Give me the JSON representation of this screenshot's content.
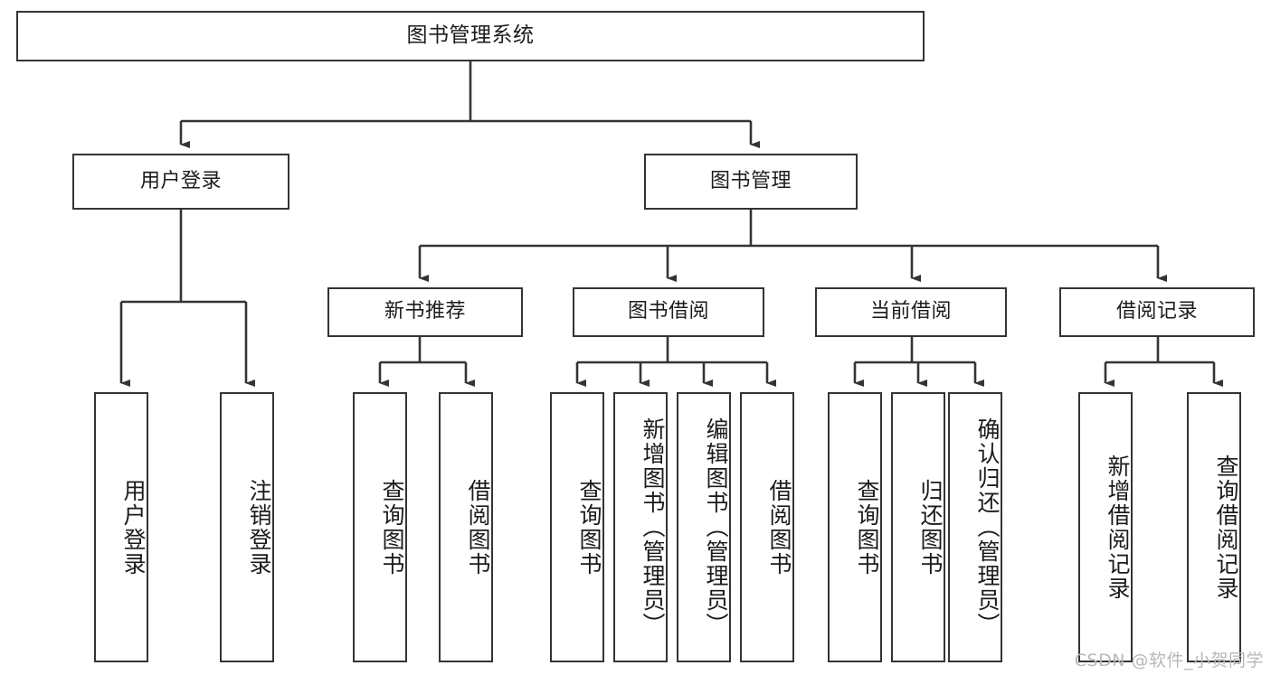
{
  "diagram": {
    "title": "图书管理系统",
    "type": "tree-hierarchy",
    "root": {
      "label": "图书管理系统"
    },
    "level1": [
      {
        "label": "用户登录"
      },
      {
        "label": "图书管理"
      }
    ],
    "level2": [
      {
        "label": "新书推荐"
      },
      {
        "label": "图书借阅"
      },
      {
        "label": "当前借阅"
      },
      {
        "label": "借阅记录"
      }
    ],
    "leaves": {
      "user_login": [
        {
          "label": "用户登录"
        },
        {
          "label": "注销登录"
        }
      ],
      "new_book_recommend": [
        {
          "label": "查询图书"
        },
        {
          "label": "借阅图书"
        }
      ],
      "book_borrow": [
        {
          "label": "查询图书"
        },
        {
          "label": "新增图书（管理员）"
        },
        {
          "label": "编辑图书（管理员）"
        },
        {
          "label": "借阅图书"
        }
      ],
      "current_borrow": [
        {
          "label": "查询图书"
        },
        {
          "label": "归还图书"
        },
        {
          "label": "确认归还（管理员）"
        }
      ],
      "borrow_record": [
        {
          "label": "新增借阅记录"
        },
        {
          "label": "查询借阅记录"
        }
      ]
    }
  },
  "watermark": {
    "text": "CSDN @软件_小贺同学"
  },
  "colors": {
    "border": "#343434",
    "background": "#ffffff",
    "text": "#1b1b1b",
    "watermark": "#b8b8b8"
  }
}
